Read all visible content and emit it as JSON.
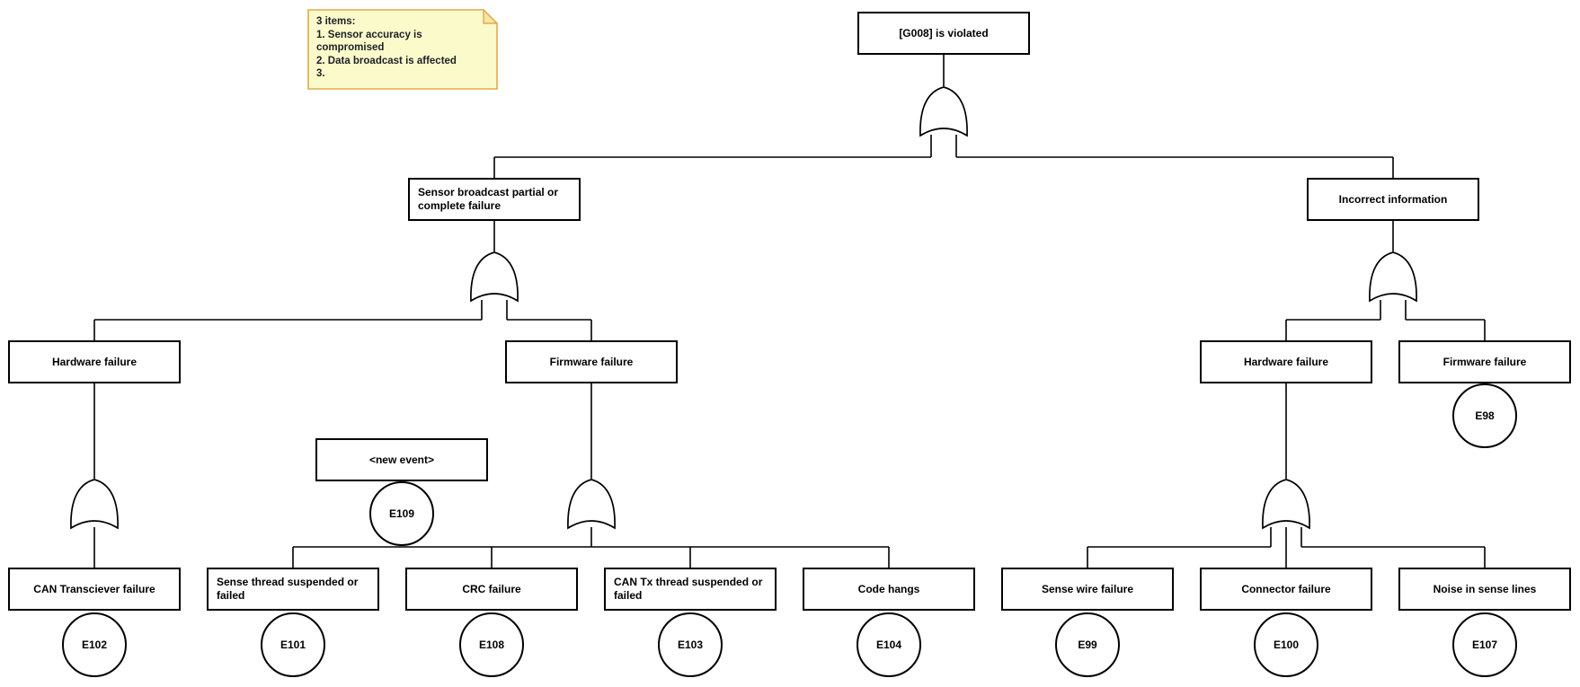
{
  "note": {
    "lines": [
      "3 items:",
      "1. Sensor accuracy is compromised",
      "2. Data broadcast is affected",
      "3."
    ],
    "fill_color": "#FBFACB",
    "border_color": "#E2A94E"
  },
  "nodes": {
    "root": {
      "label": "[G008] is violated"
    },
    "sensor_broadcast": {
      "label": "Sensor broadcast partial or complete failure"
    },
    "incorrect_info": {
      "label": "Incorrect information"
    },
    "hardware_left": {
      "label": "Hardware failure"
    },
    "firmware_mid": {
      "label": "Firmware failure"
    },
    "hardware_right": {
      "label": "Hardware failure"
    },
    "firmware_right": {
      "label": "Firmware failure"
    },
    "new_event": {
      "label": "<new event>"
    },
    "can_transceiver": {
      "label": "CAN Transciever failure"
    },
    "sense_thread": {
      "label": "Sense thread suspended or failed"
    },
    "crc_failure": {
      "label": "CRC failure"
    },
    "can_tx_thread": {
      "label": "CAN Tx thread suspended or failed"
    },
    "code_hangs": {
      "label": "Code hangs"
    },
    "sense_wire": {
      "label": "Sense wire failure"
    },
    "connector_failure": {
      "label": "Connector failure"
    },
    "noise_sense": {
      "label": "Noise in sense lines"
    }
  },
  "events": {
    "e98": "E98",
    "e99": "E99",
    "e100": "E100",
    "e101": "E101",
    "e102": "E102",
    "e103": "E103",
    "e104": "E104",
    "e107": "E107",
    "e108": "E108",
    "e109": "E109"
  },
  "hierarchy": {
    "root": [
      "sensor_broadcast",
      "incorrect_info"
    ],
    "sensor_broadcast": [
      "hardware_left",
      "firmware_mid"
    ],
    "incorrect_info": [
      "hardware_right",
      "firmware_right"
    ],
    "hardware_left": [
      "can_transceiver"
    ],
    "firmware_mid": [
      "sense_thread",
      "new_event",
      "crc_failure",
      "can_tx_thread",
      "code_hangs"
    ],
    "hardware_right": [
      "sense_wire",
      "connector_failure",
      "noise_sense"
    ],
    "gate_type": "or"
  }
}
